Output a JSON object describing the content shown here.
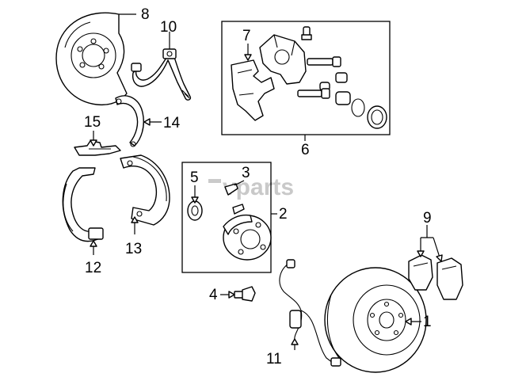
{
  "watermark": "vparts",
  "callouts": [
    {
      "id": "1",
      "label": "1"
    },
    {
      "id": "2",
      "label": "2"
    },
    {
      "id": "3",
      "label": "3"
    },
    {
      "id": "4",
      "label": "4"
    },
    {
      "id": "5",
      "label": "5"
    },
    {
      "id": "6",
      "label": "6"
    },
    {
      "id": "7",
      "label": "7"
    },
    {
      "id": "8",
      "label": "8"
    },
    {
      "id": "9",
      "label": "9"
    },
    {
      "id": "10",
      "label": "10"
    },
    {
      "id": "11",
      "label": "11"
    },
    {
      "id": "12",
      "label": "12"
    },
    {
      "id": "13",
      "label": "13"
    },
    {
      "id": "14",
      "label": "14"
    },
    {
      "id": "15",
      "label": "15"
    }
  ]
}
